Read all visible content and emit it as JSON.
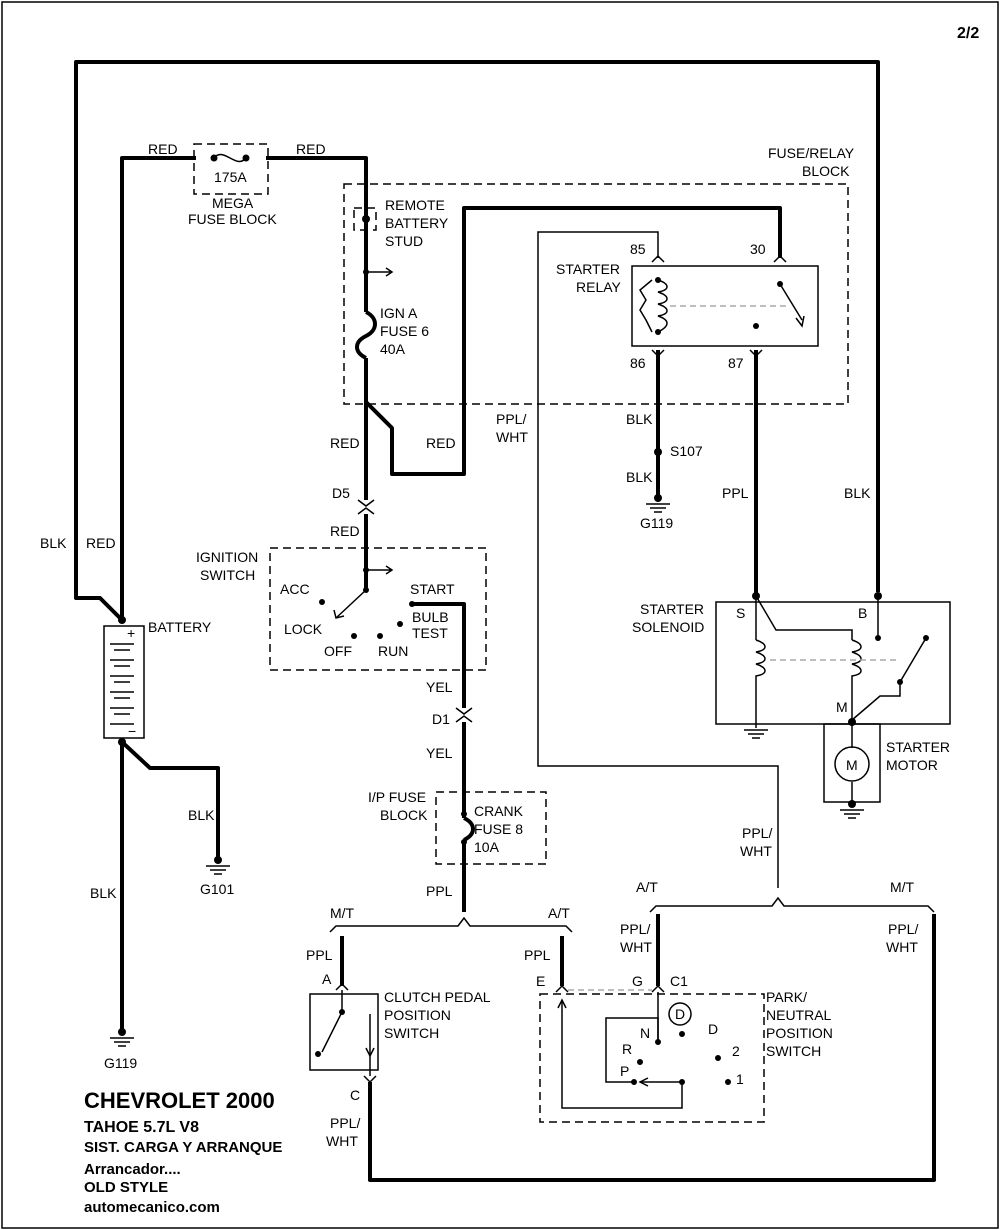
{
  "page": {
    "number": "2/2"
  },
  "title_block": {
    "line1": "CHEVROLET 2000",
    "line2": "TAHOE  5.7L  V8",
    "line3": "SIST. CARGA Y ARRANQUE",
    "line4": "Arrancador....",
    "line5": "OLD STYLE",
    "line6": "automecanico.com"
  },
  "components": {
    "mega_fuse": {
      "rating": "175A",
      "name1": "MEGA",
      "name2": "FUSE BLOCK"
    },
    "fuse_relay_block": {
      "name1": "FUSE/RELAY",
      "name2": "BLOCK"
    },
    "remote_stud": {
      "l1": "REMOTE",
      "l2": "BATTERY",
      "l3": "STUD"
    },
    "ign_fuse": {
      "l1": "IGN A",
      "l2": "FUSE 6",
      "l3": "40A"
    },
    "starter_relay": {
      "l1": "STARTER",
      "l2": "RELAY",
      "pin85": "85",
      "pin86": "86",
      "pin30": "30",
      "pin87": "87"
    },
    "ignition_switch": {
      "l1": "IGNITION",
      "l2": "SWITCH",
      "acc": "ACC",
      "lock": "LOCK",
      "off": "OFF",
      "run": "RUN",
      "start": "START",
      "bulb1": "BULB",
      "bulb2": "TEST"
    },
    "battery": {
      "name": "BATTERY"
    },
    "ip_fuse_block": {
      "l1": "I/P FUSE",
      "l2": "BLOCK",
      "f1": "CRANK",
      "f2": "FUSE 8",
      "f3": "10A"
    },
    "starter_solenoid": {
      "l1": "STARTER",
      "l2": "SOLENOID",
      "s": "S",
      "b": "B",
      "m": "M"
    },
    "starter_motor": {
      "l1": "STARTER",
      "l2": "MOTOR",
      "symbol": "M"
    },
    "clutch_switch": {
      "l1": "CLUTCH PEDAL",
      "l2": "POSITION",
      "l3": "SWITCH",
      "pinA": "A",
      "pinC": "C"
    },
    "pn_switch": {
      "l1": "PARK/",
      "l2": "NEUTRAL",
      "l3": "POSITION",
      "l4": "SWITCH",
      "pinE": "E",
      "pinG": "G",
      "pinC1": "C1",
      "d_circle": "D",
      "n": "N",
      "d": "D",
      "r": "R",
      "p": "P",
      "two": "2",
      "one": "1"
    }
  },
  "connectors": {
    "d5": "D5",
    "d1": "D1",
    "s107": "S107"
  },
  "grounds": {
    "g119a": "G119",
    "g101": "G101",
    "g119b": "G119"
  },
  "wire_labels": {
    "red": "RED",
    "blk": "BLK",
    "yel": "YEL",
    "ppl": "PPL",
    "ppl_wht_1": "PPL/",
    "ppl_wht_2": "WHT",
    "mt": "M/T",
    "at": "A/T"
  }
}
